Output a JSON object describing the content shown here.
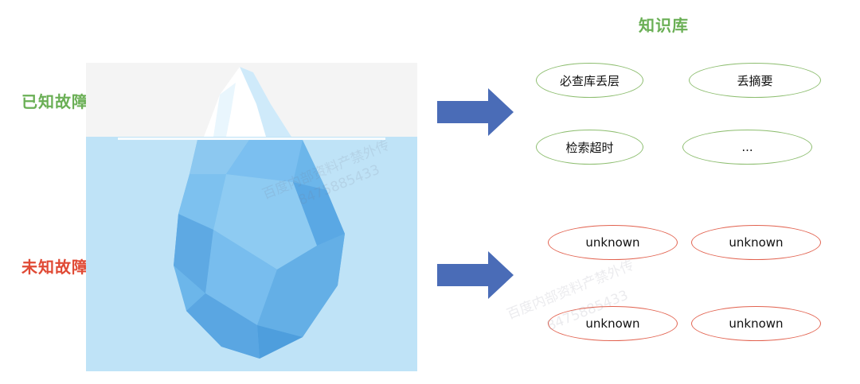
{
  "colors": {
    "known": "#6aaf55",
    "unknown": "#e04a35",
    "kb_title": "#6aaf55",
    "arrow": "#4a6cb7",
    "water": "#bfe3f7",
    "sky": "#f4f4f4"
  },
  "labels": {
    "known": "已知故障",
    "unknown": "未知故障",
    "knowledge_base_title": "知识库"
  },
  "known_items": [
    "必查库丢层",
    "丢摘要",
    "检索超时",
    "..."
  ],
  "unknown_items": [
    "unknown",
    "unknown",
    "unknown",
    "unknown"
  ],
  "watermarks": [
    "百度内部资料产禁外传",
    "8475885433"
  ]
}
